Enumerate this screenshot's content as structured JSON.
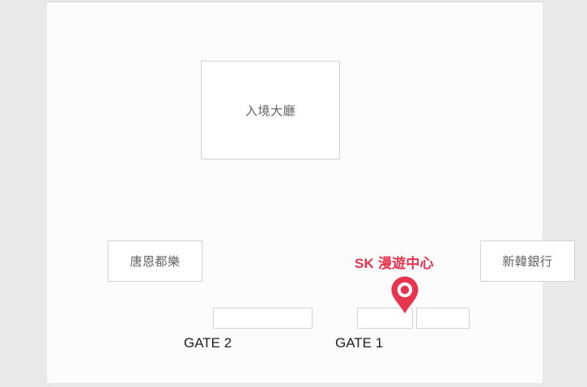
{
  "map": {
    "background_color": "#e9e9e9",
    "canvas_color": "#fcfcfc",
    "outline_color": "#d3d3d3",
    "label_color": "#636363",
    "accent_color": "#e8344e",
    "caption_color": "#1f1f1f"
  },
  "rooms": [
    {
      "id": "arrival-hall",
      "label": "入境大廳"
    },
    {
      "id": "dunkin-donuts",
      "label": "唐恩都樂"
    },
    {
      "id": "shinhan-bank",
      "label": "新韓銀行"
    }
  ],
  "gates": [
    {
      "id": "gate-2",
      "caption": "GATE 2"
    },
    {
      "id": "gate-1",
      "caption": "GATE 1"
    }
  ],
  "poi": {
    "label": "SK 漫遊中心",
    "marker_icon": "map-pin-icon",
    "color": "#e8344e"
  }
}
